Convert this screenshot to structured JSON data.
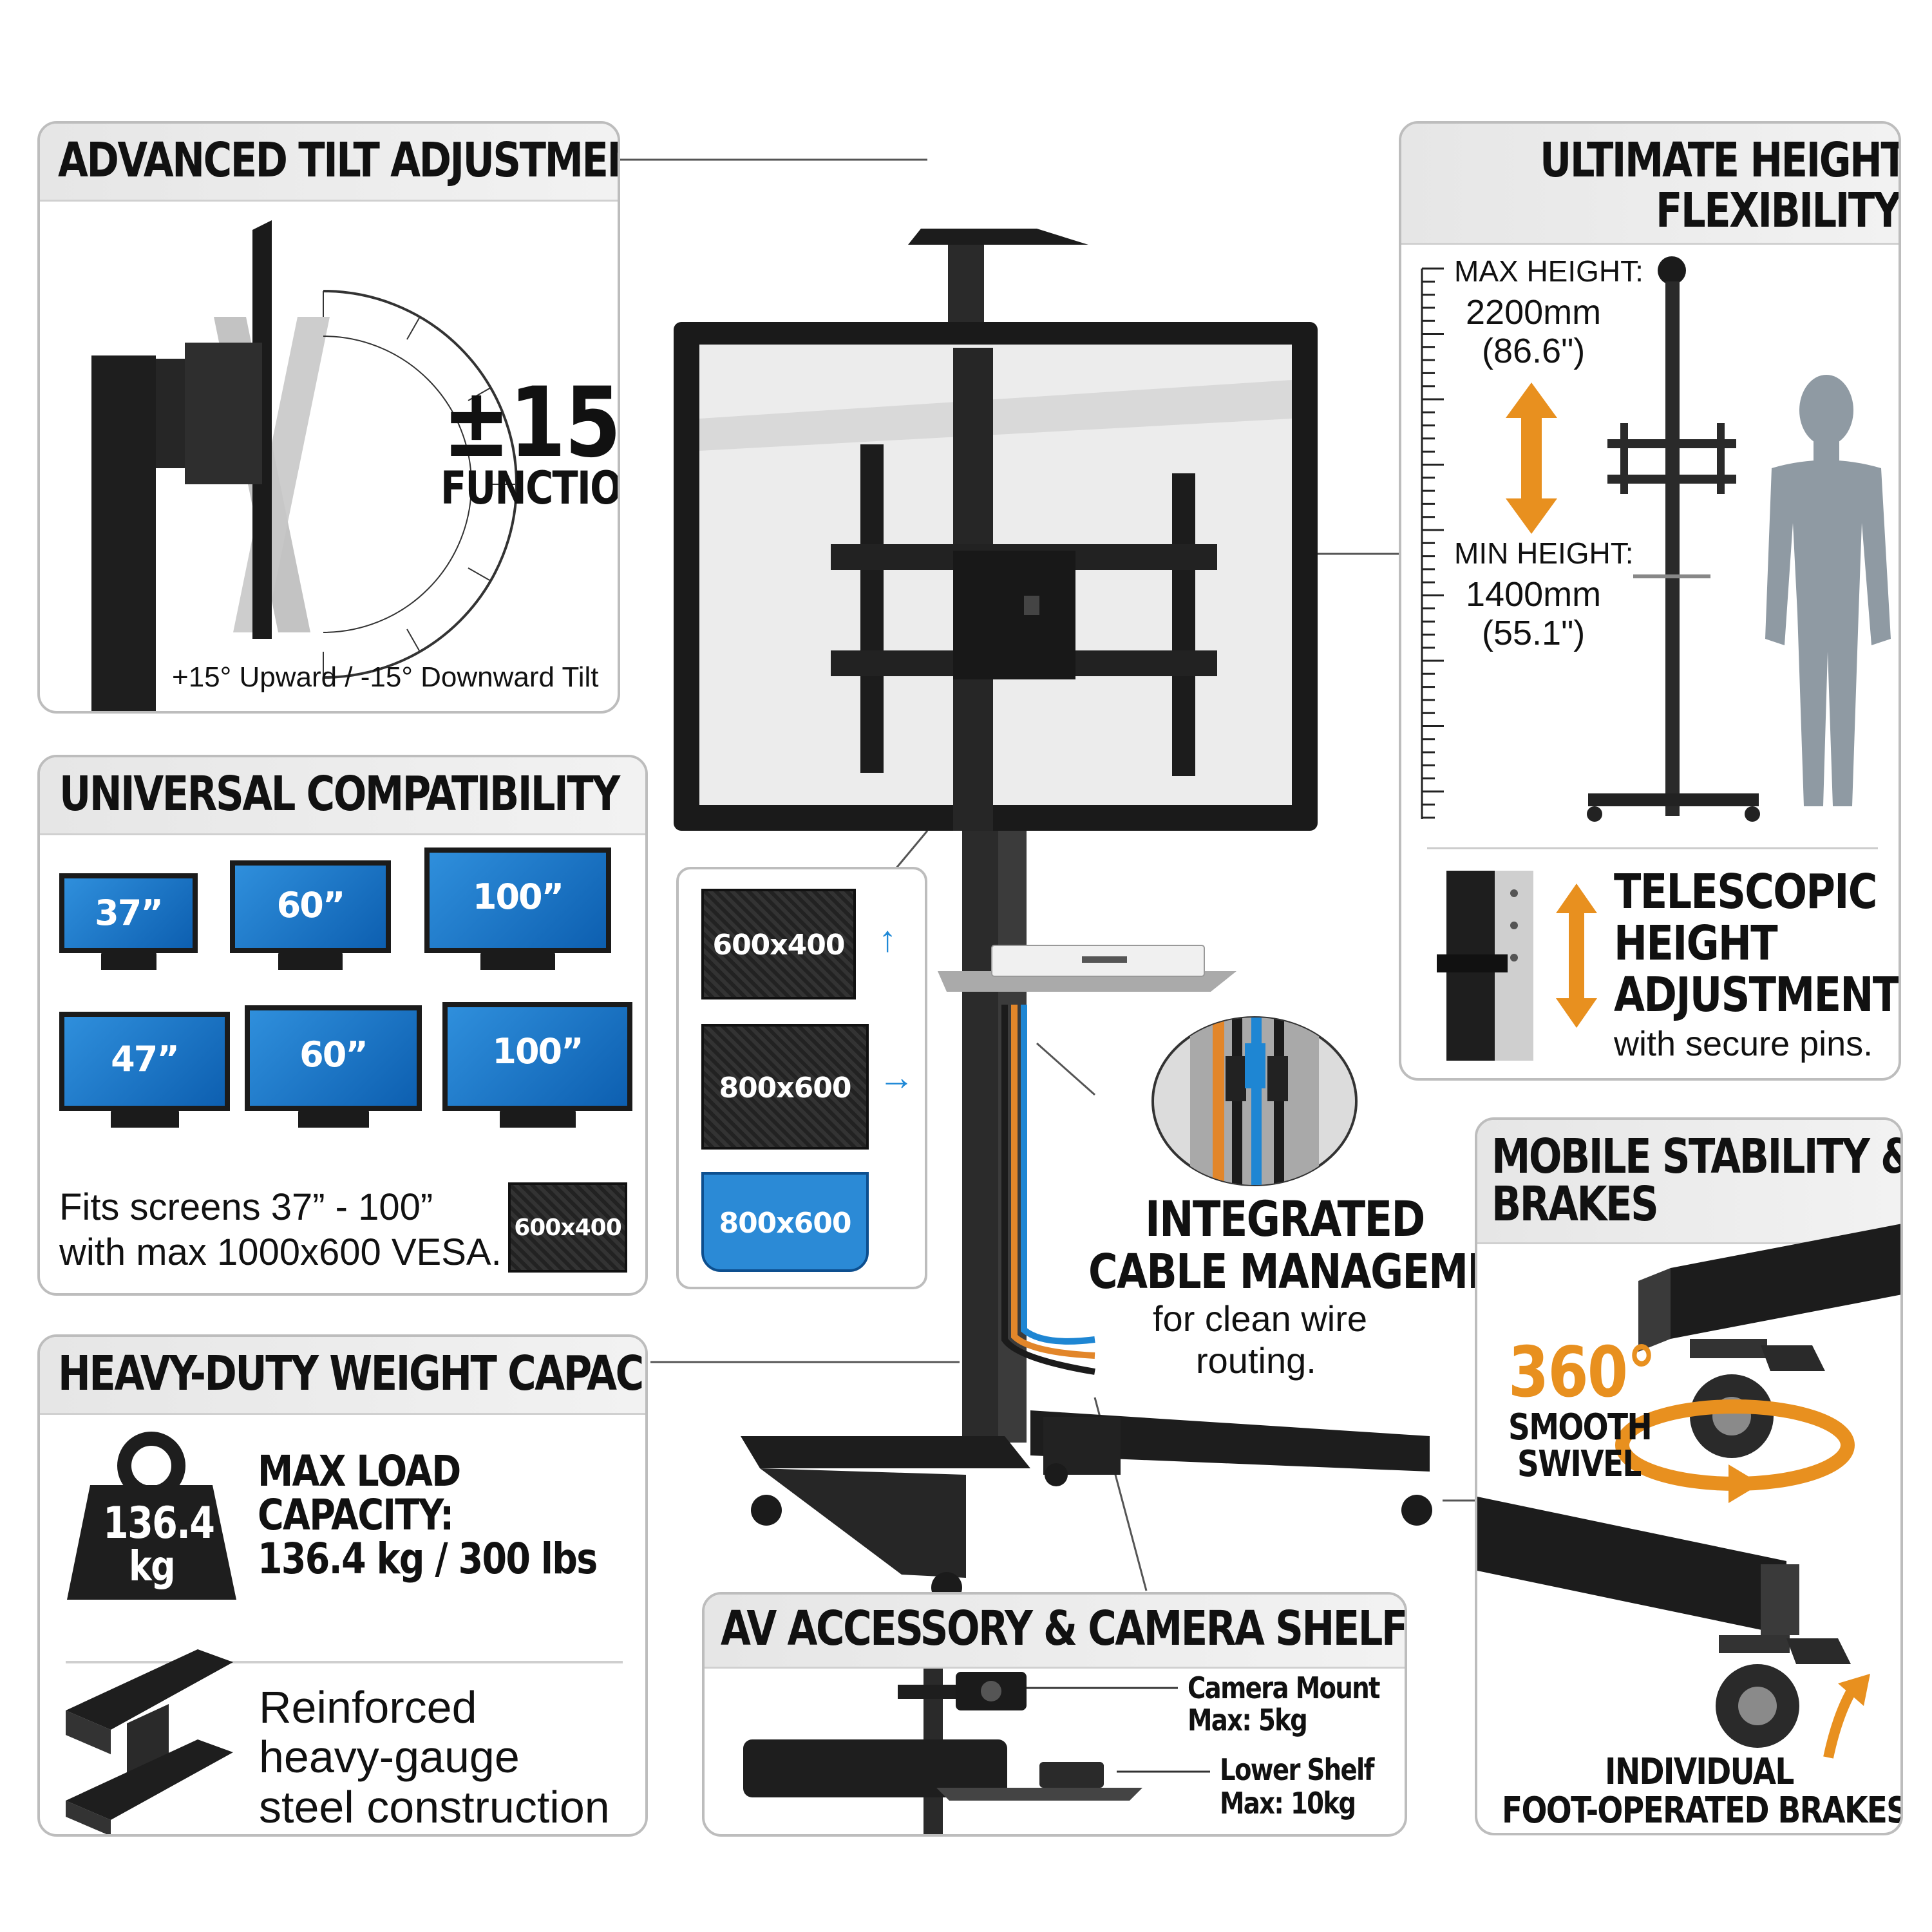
{
  "tilt": {
    "title": "ADVANCED TILT ADJUSTMENT",
    "angle": "±15°",
    "function_label": "FUNCTION",
    "caption": "+15° Upward / -15° Downward Tilt"
  },
  "compat": {
    "title": "UNIVERSAL COMPATIBILITY",
    "screens": [
      "37”",
      "60”",
      "100”",
      "47”",
      "60”",
      "100”"
    ],
    "fits_line1": "Fits screens 37” - 100”",
    "fits_line2": "with max 1000x600 VESA.",
    "vesa_badge": "600x400"
  },
  "vesa_callout": {
    "items": [
      "600x400",
      "800x600",
      "800x600"
    ]
  },
  "height": {
    "title_line1": "ULTIMATE HEIGHT",
    "title_line2": "FLEXIBILITY",
    "max_label": "MAX HEIGHT:",
    "max_mm": "2200mm",
    "max_in": "(86.6\")",
    "min_label": "MIN HEIGHT:",
    "min_mm": "1400mm",
    "min_in": "(55.1\")",
    "telescopic_line1": "TELESCOPIC",
    "telescopic_line2": "HEIGHT",
    "telescopic_line3": "ADJUSTMENT",
    "telescopic_sub": "with secure pins."
  },
  "cable": {
    "line1": "INTEGRATED",
    "line2": "CABLE MANAGEMENT",
    "sub1": "for clean wire",
    "sub2": "routing."
  },
  "mobile": {
    "title_line1": "MOBILE STABILITY &",
    "title_line2": "BRAKES",
    "swivel_deg": "360°",
    "swivel_line1": "SMOOTH",
    "swivel_line2": "SWIVEL",
    "brakes_line1": "INDIVIDUAL",
    "brakes_line2": "FOOT-OPERATED BRAKES"
  },
  "weight": {
    "title": "HEAVY-DUTY WEIGHT CAPACITY",
    "weight_value": "136.4",
    "weight_unit": "kg",
    "load_line1": "MAX LOAD",
    "load_line2": "CAPACITY:",
    "load_line3": "136.4 kg / 300 lbs",
    "steel_line1": "Reinforced",
    "steel_line2": "heavy-gauge",
    "steel_line3": "steel construction"
  },
  "shelf": {
    "title": "AV ACCESSORY & CAMERA SHELF",
    "camera_line1": "Camera Mount",
    "camera_line2": "Max: 5kg",
    "lower_line1": "Lower Shelf",
    "lower_line2": "Max: 10kg"
  },
  "colors": {
    "accent_orange": "#e8901f",
    "accent_blue": "#1e88d6",
    "panel_border": "#bdbdbd"
  }
}
